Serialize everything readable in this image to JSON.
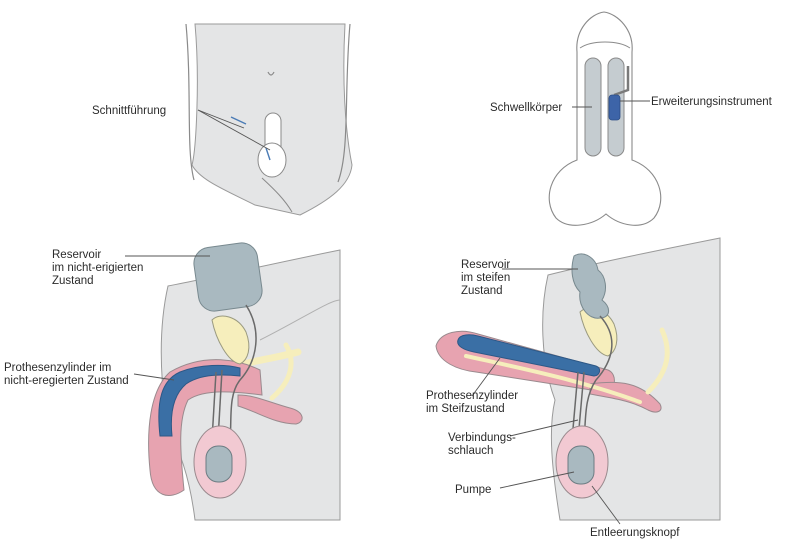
{
  "labels": {
    "incision": "Schnittführung",
    "corpora": "Schwellkörper",
    "dilator": "Erweiterungsinstrument",
    "reservoir_flaccid_1": "Reservoir",
    "reservoir_flaccid_2": "im nicht-erigierten",
    "reservoir_flaccid_3": "Zustand",
    "cylinder_flaccid_1": "Prothesenzylinder im",
    "cylinder_flaccid_2": "nicht-eregierten Zustand",
    "reservoir_erect_1": "Reservoir",
    "reservoir_erect_2": "im steifen",
    "reservoir_erect_3": "Zustand",
    "cylinder_erect_1": "Prothesenzylinder",
    "cylinder_erect_2": "im Steifzustand",
    "tubing_1": "Verbindungs-",
    "tubing_2": "schlauch",
    "pump": "Pumpe",
    "deflate_button": "Entleerungsknopf"
  },
  "colors": {
    "skin": "#e4e5e6",
    "outline": "#8a8a8a",
    "corpus": "#c5ccd0",
    "reservoir": "#a9b9c0",
    "cylinder_blue": "#3a6fa5",
    "pink": "#e7a3b0",
    "yellow": "#f6eebc",
    "instrument": "#3d64a8"
  }
}
